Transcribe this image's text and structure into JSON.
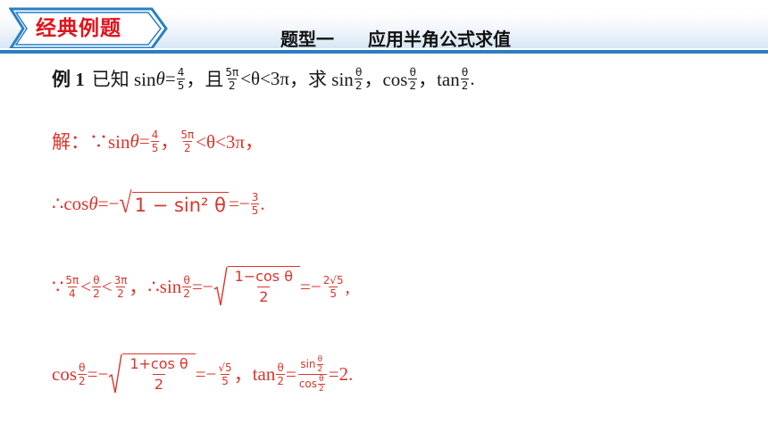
{
  "header": {
    "badge_label": "经典例题",
    "topic_left": "题型一",
    "topic_right": "应用半角公式求值",
    "accent_color": "#2a7fc4",
    "badge_color": "#e0141c"
  },
  "problem": {
    "label": "例 1",
    "text_known": "已知 sin",
    "theta": "θ",
    "equals": "=",
    "n4": "4",
    "d5": "5",
    "comma_and": "，且",
    "n5pi": "5π",
    "d2": "2",
    "lt_theta_lt": "<θ<3π",
    "ask": "，求 sin",
    "cos": "，cos",
    "tan": "，tan",
    "end": "."
  },
  "solution": {
    "prefix": "解：∵sin",
    "l1_tail": "<θ<3π，",
    "l2_lead": "∴cos",
    "l2_expr": "1 − sin² θ",
    "l2_n": "3",
    "l2_d": "5",
    "l3_a_n": "5π",
    "l3_a_d": "4",
    "l3_b_n": "θ",
    "l3_b_d": "2",
    "l3_c_n": "3π",
    "l3_c_d": "2",
    "l3_therefore": "∴sin",
    "l3_num": "1−cos θ",
    "l3_den": "2",
    "l3_rn": "2√5",
    "l3_rd": "5",
    "l4_num": "1+cos θ",
    "l4_rn": "√5",
    "l4_rd": "5",
    "l4_result": "=2."
  }
}
